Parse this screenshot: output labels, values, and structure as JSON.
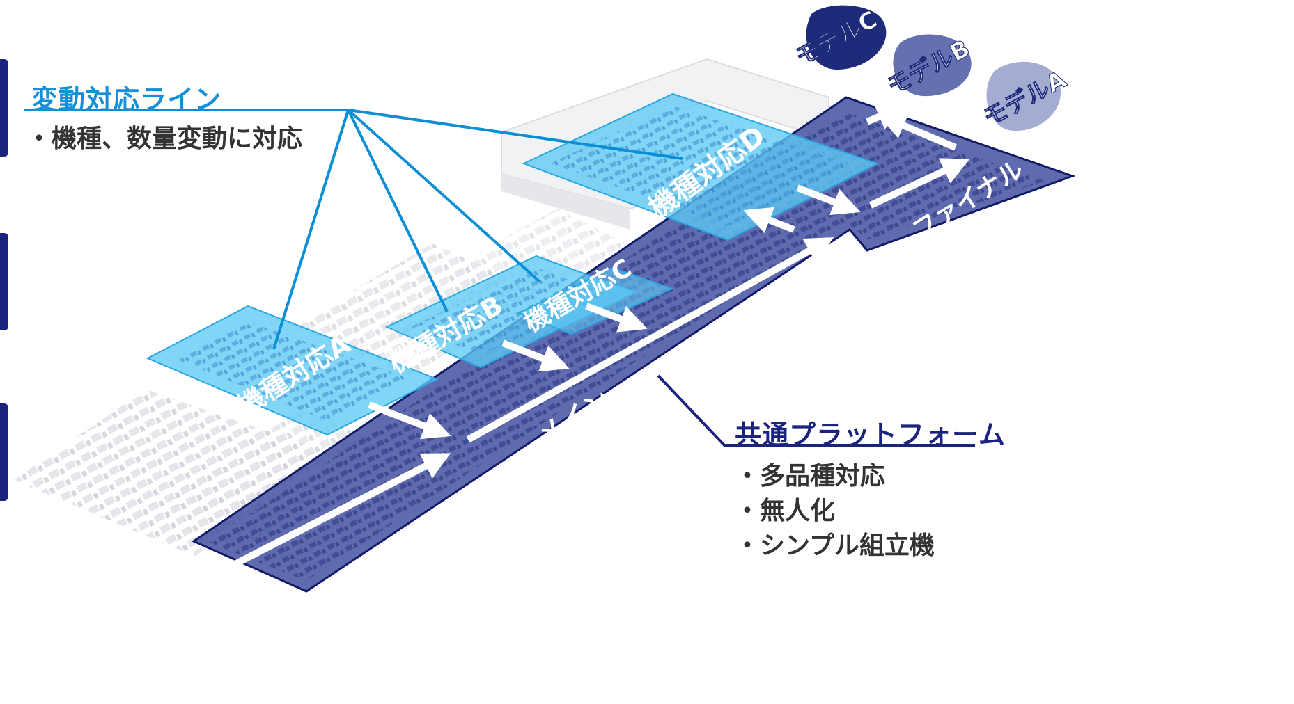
{
  "variable_line": {
    "title": "変動対応ライン",
    "items": [
      "・機種、数量変動に対応"
    ]
  },
  "common_platform": {
    "title": "共通プラットフォーム",
    "items": [
      "・多品種対応",
      "・無人化",
      "・シンプル組立機"
    ]
  },
  "cells": {
    "a": "機種対応A",
    "b": "機種対応B",
    "c": "機種対応C",
    "d": "機種対応D"
  },
  "lines": {
    "main": "メイン",
    "final": "ファイナル"
  },
  "models": {
    "c": "モデルC",
    "b": "モデルB",
    "a": "モデルA"
  },
  "colors": {
    "navy": "#1a237e",
    "platform_fill": "#3d4b9e",
    "cell_fill": "#5ecbf5",
    "leader_blue": "#0a8fd6",
    "title_blue": "#1590d8"
  }
}
